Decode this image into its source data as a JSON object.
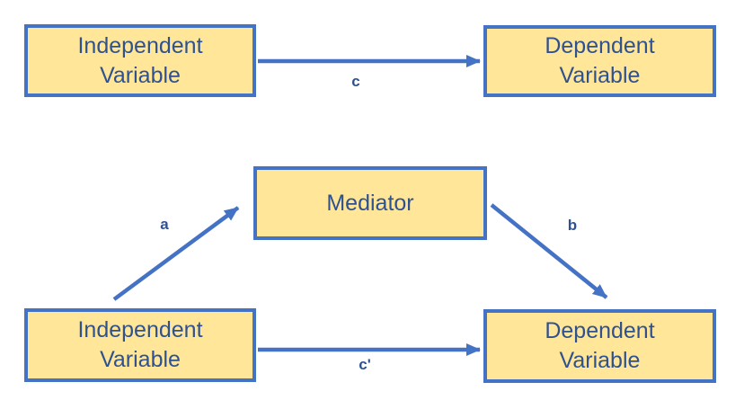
{
  "colors": {
    "accent": "#4472C4",
    "box_fill": "#FFE699",
    "text": "#2F528F",
    "background": "#FFFFFF"
  },
  "top_model": {
    "independent_box_label": "Independent\nVariable",
    "dependent_box_label": "Dependent\nVariable",
    "path_c_label": "c"
  },
  "mediation_model": {
    "mediator_box_label": "Mediator",
    "independent_box_label": "Independent\nVariable",
    "dependent_box_label": "Dependent\nVariable",
    "path_a_label": "a",
    "path_b_label": "b",
    "path_c_prime_label": "c'"
  }
}
